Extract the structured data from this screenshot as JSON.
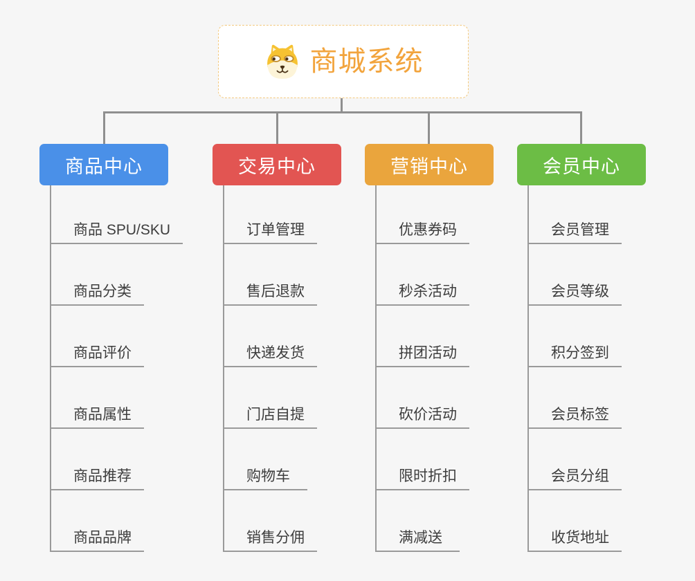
{
  "page": {
    "background_color": "#f6f6f6",
    "connector_color": "#8f8f8f"
  },
  "root": {
    "title": "商城系统",
    "icon": "shiba-dog-icon",
    "title_color": "#f2a43d",
    "border_color": "#f3c87c"
  },
  "branches": [
    {
      "label": "商品中心",
      "color": "#4a90e8",
      "items": [
        "商品 SPU/SKU",
        "商品分类",
        "商品评价",
        "商品属性",
        "商品推荐",
        "商品品牌"
      ]
    },
    {
      "label": "交易中心",
      "color": "#e25552",
      "items": [
        "订单管理",
        "售后退款",
        "快递发货",
        "门店自提",
        "购物车",
        "销售分佣"
      ]
    },
    {
      "label": "营销中心",
      "color": "#eaa53d",
      "items": [
        "优惠券码",
        "秒杀活动",
        "拼团活动",
        "砍价活动",
        "限时折扣",
        "满减送"
      ]
    },
    {
      "label": "会员中心",
      "color": "#6cbd45",
      "items": [
        "会员管理",
        "会员等级",
        "积分签到",
        "会员标签",
        "会员分组",
        "收货地址"
      ]
    }
  ]
}
